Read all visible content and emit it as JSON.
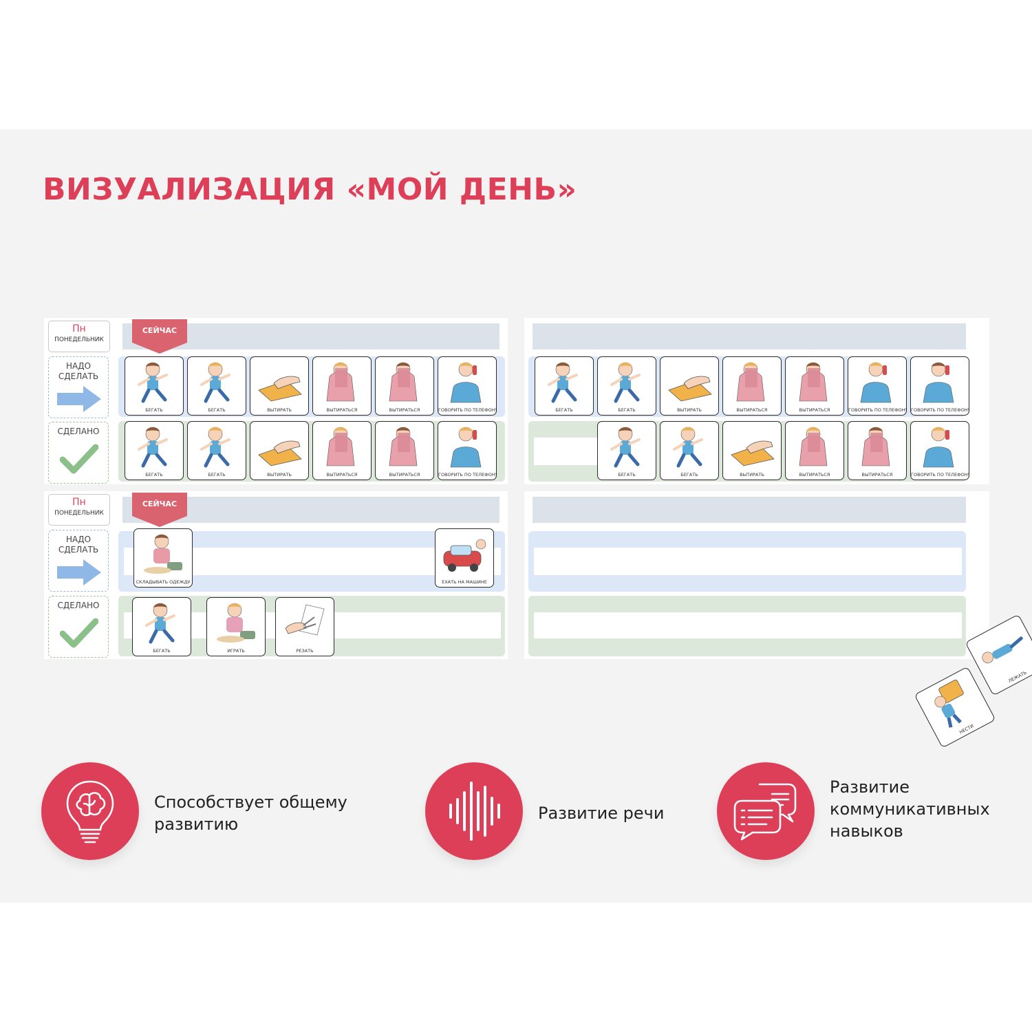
{
  "title": "ВИЗУАЛИЗАЦИЯ «МОЙ ДЕНЬ»",
  "boards": [
    {
      "day_abbr": "Пн",
      "day_full": "ПОНЕДЕЛЬНИК",
      "now_label": "СЕЙЧАС",
      "todo_label": "НАДО СДЕЛАТЬ",
      "done_label": "СДЕЛАНО",
      "todo_cards": [
        "БЕГАТЬ",
        "БЕГАТЬ",
        "ВЫТИРАТЬ",
        "ВЫТИРАТЬСЯ",
        "ВЫТИРАТЬСЯ",
        "ГОВОРИТЬ ПО ТЕЛЕФОНУ"
      ],
      "done_cards": [
        "БЕГАТЬ",
        "БЕГАТЬ",
        "ВЫТИРАТЬ",
        "ВЫТИРАТЬСЯ",
        "ВЫТИРАТЬСЯ",
        "ГОВОРИТЬ ПО ТЕЛЕФОНУ"
      ]
    },
    {
      "todo_cards": [
        "БЕГАТЬ",
        "БЕГАТЬ",
        "ВЫТИРАТЬ",
        "ВЫТИРАТЬСЯ",
        "ВЫТИРАТЬСЯ",
        "ГОВОРИТЬ ПО ТЕЛЕФОНУ",
        "ГОВОРИТЬ ПО ТЕЛЕФОНУ"
      ],
      "done_cards": [
        "БЕГАТЬ",
        "БЕГАТЬ",
        "ВЫТИРАТЬ",
        "ВЫТИРАТЬСЯ",
        "ВЫТИРАТЬСЯ",
        "ГОВОРИТЬ ПО ТЕЛЕФОНУ"
      ]
    },
    {
      "day_abbr": "Пн",
      "day_full": "ПОНЕДЕЛЬНИК",
      "now_label": "СЕЙЧАС",
      "todo_label": "НАДО СДЕЛАТЬ",
      "done_label": "СДЕЛАНО",
      "todo_cards": [
        "СКЛАДЫВАТЬ ОДЕЖДУ",
        "ЕХАТЬ НА МАШИНЕ"
      ],
      "done_cards": [
        "БЕГАТЬ",
        "ИГРАТЬ",
        "РЕЗАТЬ"
      ]
    }
  ],
  "loose_cards": [
    "ЛЕЖАТЬ",
    "НЕСТИ"
  ],
  "features": [
    {
      "text_lines": [
        "Способствует общему",
        "развитию"
      ],
      "icon": "lightbulb-brain-icon"
    },
    {
      "text_lines": [
        "Развитие речи"
      ],
      "icon": "sound-wave-icon"
    },
    {
      "text_lines": [
        "Развитие",
        "коммуникативных",
        "навыков"
      ],
      "icon": "chat-bubbles-icon"
    }
  ],
  "colors": {
    "accent": "#dc3f57",
    "todo_band": "#dce7f7",
    "done_band": "#dce8d9",
    "now_bar": "#dbe2e9",
    "arrow": "#8fb8e6",
    "check": "#8cc08a"
  }
}
